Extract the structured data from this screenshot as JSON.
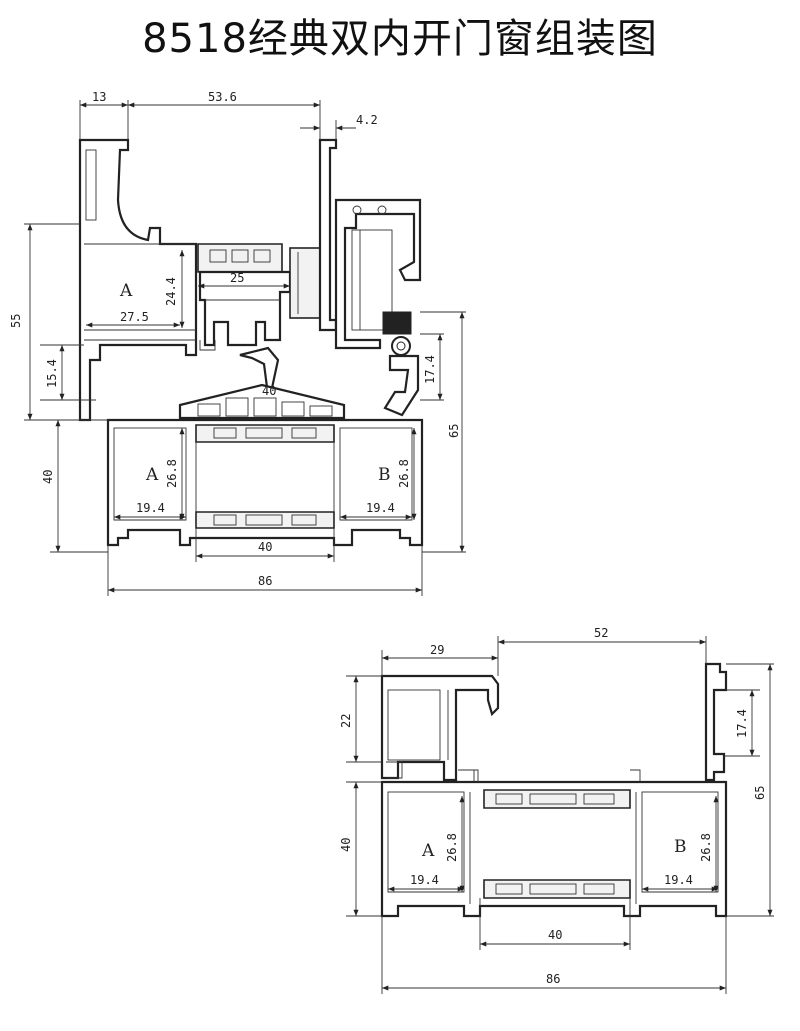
{
  "title": "8518经典双内开门窗组装图",
  "top_drawing": {
    "dims": {
      "d13": "13",
      "d53_6": "53.6",
      "d4_2": "4.2",
      "d55": "55",
      "d15_4": "15.4",
      "d24_4": "24.4",
      "d25": "25",
      "d27_5": "27.5",
      "d40_mid": "40",
      "d17_4": "17.4",
      "d65": "65",
      "d40_left": "40",
      "d26_8_a": "26.8",
      "d26_8_b": "26.8",
      "d19_4_a": "19.4",
      "d19_4_b": "19.4",
      "d40_bottom": "40",
      "d86": "86"
    },
    "labels": {
      "a_upper": "A",
      "a_lower": "A",
      "b": "B"
    }
  },
  "bottom_drawing": {
    "dims": {
      "d29": "29",
      "d52": "52",
      "d22": "22",
      "d17_4": "17.4",
      "d65": "65",
      "d40_left": "40",
      "d26_8_a": "26.8",
      "d26_8_b": "26.8",
      "d19_4_a": "19.4",
      "d19_4_b": "19.4",
      "d40_bottom": "40",
      "d86": "86"
    },
    "labels": {
      "a": "A",
      "b": "B"
    }
  }
}
